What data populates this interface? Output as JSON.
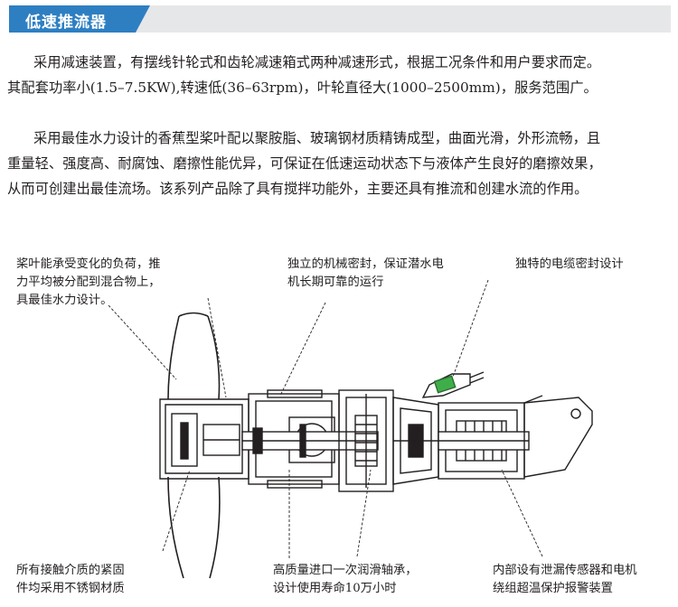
{
  "header": {
    "title": "低速推流器"
  },
  "paragraphs": {
    "p1": [
      "采用减速装置，有摆线针轮式和齿轮减速箱式两种减速形式，根据工况条件和用户要求而定。",
      "其配套功率小(1.5–7.5KW),转速低(36–63rpm)，叶轮直径大(1000–2500mm)，服务范围广。"
    ],
    "p2": [
      "采用最佳水力设计的香蕉型桨叶配以聚胺脂、玻璃钢材质精铸成型，曲面光滑，外形流畅，且",
      "重量轻、强度高、耐腐蚀、磨擦性能优异，可保证在低速运动状态下与液体产生良好的磨擦效果，",
      "从而可创建出最佳流场。该系列产品除了具有搅拌功能外，主要还具有推流和创建水流的作用。"
    ]
  },
  "callouts": {
    "blade": "桨叶能承受变化的负荷，推\n力平均被分配到混合物上，\n具最佳水力设计。",
    "seal": "独立的机械密封，保证潜水电\n机长期可靠的运行",
    "cable": "独特的电缆密封设计",
    "fastener": "所有接触介质的紧固\n件均采用不锈钢材质",
    "bearing": "高质量进口一次润滑轴承，\n设计使用寿命10万小时",
    "sensor": "内部设有泄漏传感器和电机\n绕组超温保护报警装置"
  },
  "colors": {
    "accent": "#2e7fc2",
    "header_bg": "#e6e7e8",
    "cable_gland": "#3fae49"
  }
}
